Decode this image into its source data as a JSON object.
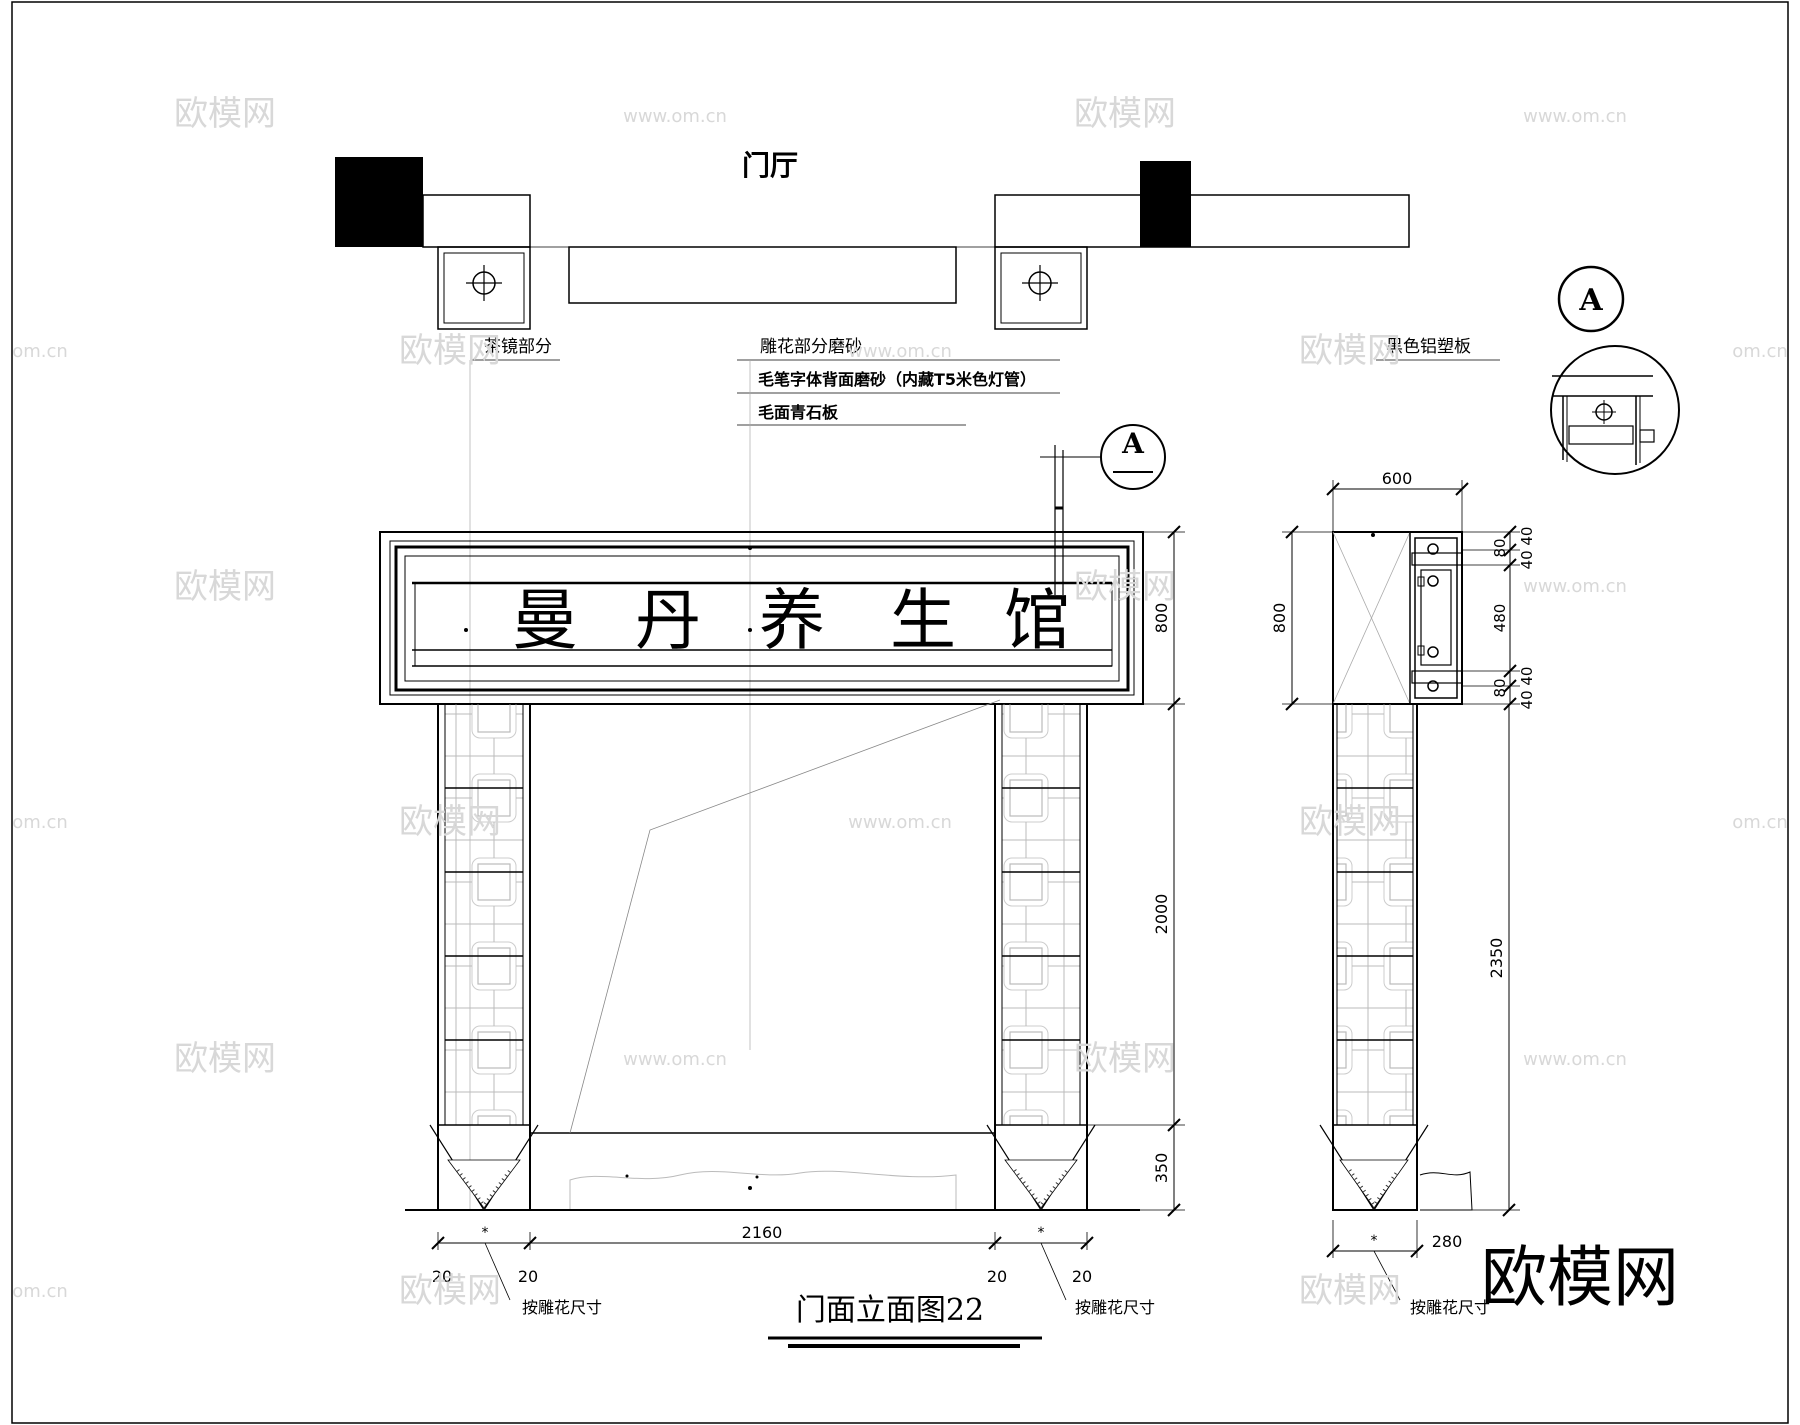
{
  "drawing": {
    "plan_title": "门厅",
    "sign_text": "曼丹养生馆",
    "sign_chars": [
      "曼",
      "丹",
      "养",
      "生",
      "馆"
    ],
    "title": "门面立面图22",
    "callouts": {
      "tea_mirror": "茶镜部分",
      "carving_frosted": "雕花部分磨砂",
      "brush_font": "毛笔字体背面磨砂（内藏T5米色灯管）",
      "rough_stone": "毛面青石板",
      "black_panel": "黑色铝塑板",
      "per_carving_left": "按雕花尺寸",
      "per_carving_mid": "按雕花尺寸",
      "per_carving_right": "按雕花尺寸"
    },
    "section_marks": {
      "detail": "A",
      "on_elevation": "A"
    }
  },
  "dimensions": {
    "sign_height": "800",
    "door_height": "2000",
    "base_height": "350",
    "opening_width": "2160",
    "pillar_edge_1": "20",
    "pillar_edge_2": "20",
    "pillar_edge_3": "20",
    "pillar_edge_4": "20",
    "side_depth": "600",
    "side_sign_height": "800",
    "side_80_top": "80",
    "side_40_top": "40 40",
    "side_480": "480",
    "side_80_bottom": "80",
    "side_40_bottom": "40 40",
    "side_pillar_height": "2350",
    "side_base_width": "280"
  },
  "watermark": {
    "brand": "欧模网",
    "url": "www.om.cn",
    "url_short": "om.cn"
  },
  "colors": {
    "line": "#000000",
    "watermark": "#d8d8d8",
    "background": "#ffffff"
  }
}
